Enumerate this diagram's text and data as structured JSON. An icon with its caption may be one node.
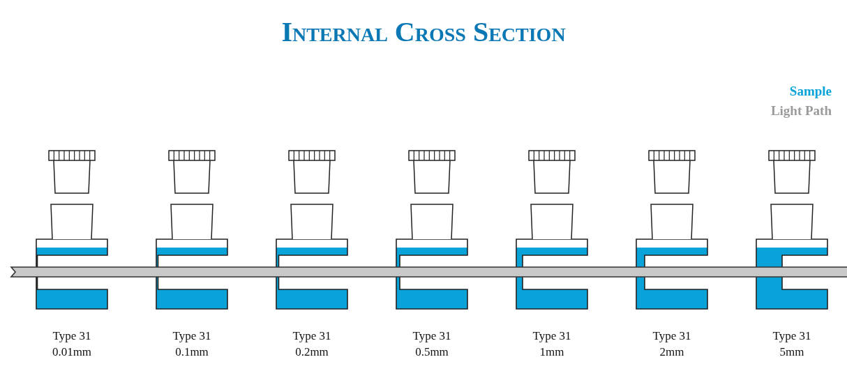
{
  "diagram": {
    "title": "Internal Cross Section",
    "labels": [
      "Type 31 0.01mm",
      "Type 31 0.1mm",
      "Type 31 0.2mm",
      "Type 31 0.5mm",
      "Type 31 1mm",
      "Type 31 2mm",
      "Type 31 5mm"
    ],
    "legend": [
      {
        "text": "Sample",
        "color": "#0aa3d9"
      },
      {
        "text": "Light Path",
        "color": "#9b9b9b"
      }
    ]
  }
}
